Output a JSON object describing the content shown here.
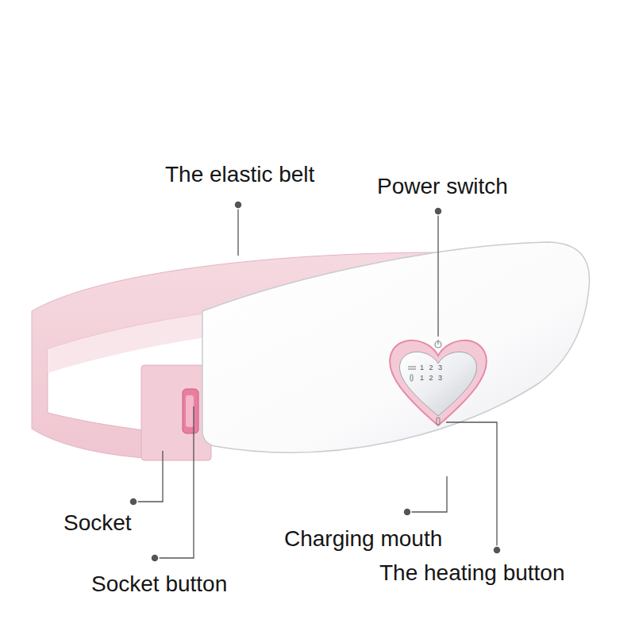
{
  "diagram": {
    "labels": [
      "The elastic belt",
      "Power switch",
      "1 2 3",
      "1 2 3",
      "Socket",
      "Socket button",
      "Charging mouth",
      "The heating button"
    ]
  }
}
